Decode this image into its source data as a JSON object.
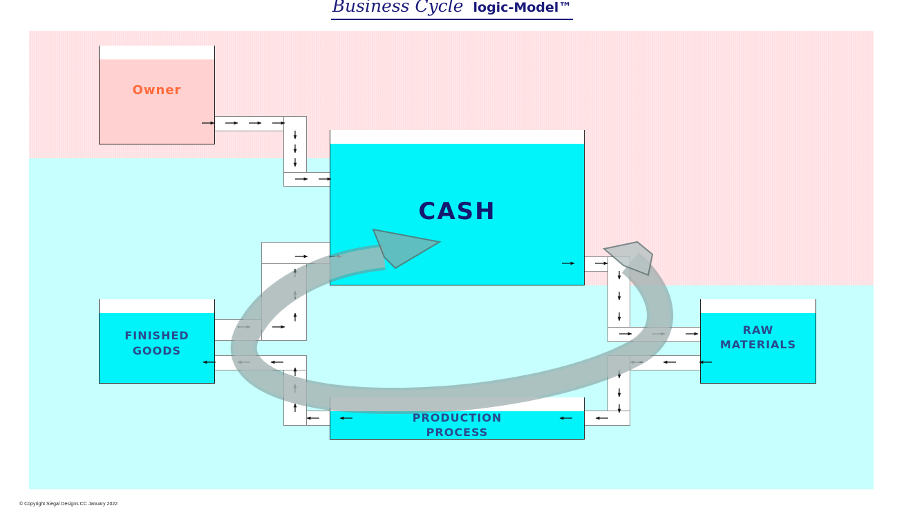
{
  "title": {
    "main": "Business Cycle",
    "logo": "logic-Model™"
  },
  "tanks": {
    "owner": {
      "label": "Owner",
      "color": "#ff6a3a"
    },
    "cash": {
      "label": "CASH",
      "color": "#16186e"
    },
    "finished_goods": {
      "line1": "FINISHED",
      "line2": "GOODS",
      "color": "#2a4a8c"
    },
    "raw_materials": {
      "line1": "RAW",
      "line2": "MATERIALS",
      "color": "#2a4a8c"
    },
    "production": {
      "line1": "PRODUCTION",
      "line2": "PROCESS",
      "color": "#2a4a8c"
    }
  },
  "colors": {
    "owner_fill": "#ffd1d1",
    "cyan_fill": "#00f4fa",
    "zone_pink": "#ffe0e3",
    "zone_cyan": "#c6fffd",
    "cycle_arrow": "#9fb3b3"
  },
  "copyright": "©    Copyright Siegal Designs CC January 2022"
}
